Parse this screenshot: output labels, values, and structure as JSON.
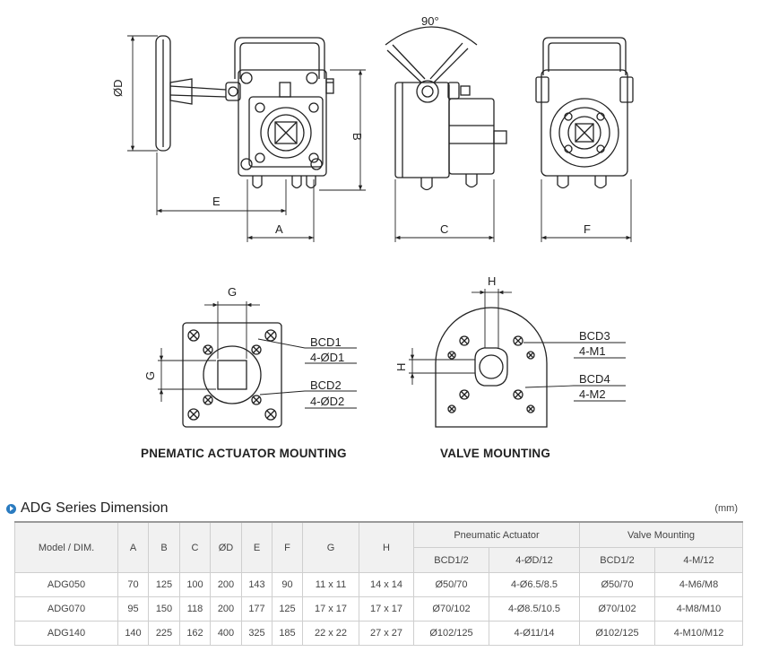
{
  "drawing": {
    "angle_label": "90°",
    "dims": {
      "OD": "ØD",
      "B": "B",
      "E": "E",
      "A": "A",
      "C": "C",
      "F": "F",
      "G": "G",
      "H": "H"
    },
    "pnematic_labels": {
      "bcd1": "BCD1",
      "hole1": "4-ØD1",
      "bcd2": "BCD2",
      "hole2": "4-ØD2"
    },
    "valve_labels": {
      "bcd3": "BCD3",
      "m1": "4-M1",
      "bcd4": "BCD4",
      "m2": "4-M2"
    },
    "caption_pnematic": "PNEMATIC ACTUATOR MOUNTING",
    "caption_valve": "VALVE MOUNTING"
  },
  "section": {
    "title": "ADG Series Dimension",
    "unit": "(mm)"
  },
  "table": {
    "headers": {
      "model": "Model / DIM.",
      "cols": [
        "A",
        "B",
        "C",
        "ØD",
        "E",
        "F",
        "G",
        "H"
      ],
      "group_pa": "Pneumatic Actuator",
      "group_vm": "Valve Mounting",
      "pa_sub": [
        "BCD1/2",
        "4-ØD/12"
      ],
      "vm_sub": [
        "BCD1/2",
        "4-M/12"
      ]
    },
    "rows": [
      [
        "ADG050",
        "70",
        "125",
        "100",
        "200",
        "143",
        "90",
        "11 x 11",
        "14 x 14",
        "Ø50/70",
        "4-Ø6.5/8.5",
        "Ø50/70",
        "4-M6/M8"
      ],
      [
        "ADG070",
        "95",
        "150",
        "118",
        "200",
        "177",
        "125",
        "17 x 17",
        "17 x 17",
        "Ø70/102",
        "4-Ø8.5/10.5",
        "Ø70/102",
        "4-M8/M10"
      ],
      [
        "ADG140",
        "140",
        "225",
        "162",
        "400",
        "325",
        "185",
        "22 x 22",
        "27 x 27",
        "Ø102/125",
        "4-Ø11/14",
        "Ø102/125",
        "4-M10/M12"
      ]
    ]
  }
}
